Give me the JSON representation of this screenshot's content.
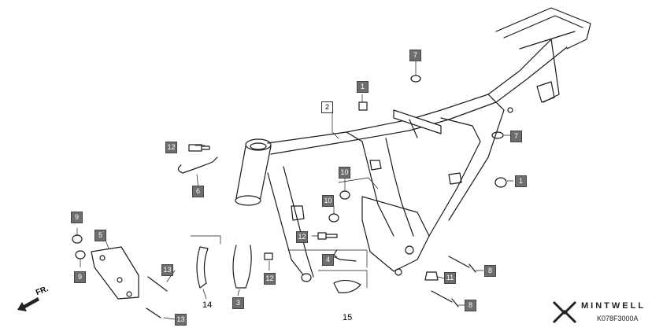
{
  "diagram": {
    "direction_label": "FR.",
    "part_code": "K078F3000A",
    "brand": "MINTWELL",
    "plain_labels": [
      "14",
      "15"
    ],
    "callouts": [
      "1",
      "1",
      "2",
      "3",
      "4",
      "5",
      "6",
      "7",
      "7",
      "8",
      "8",
      "9",
      "9",
      "10",
      "10",
      "11",
      "12",
      "12",
      "12",
      "13",
      "13"
    ]
  },
  "colors": {
    "line": "#1a1a1a",
    "label_fill": "#6e6e6e",
    "label_text": "#ffffff"
  },
  "icons": {
    "direction": "arrow-left-down-icon",
    "logo": "mintwell-logo-icon"
  }
}
